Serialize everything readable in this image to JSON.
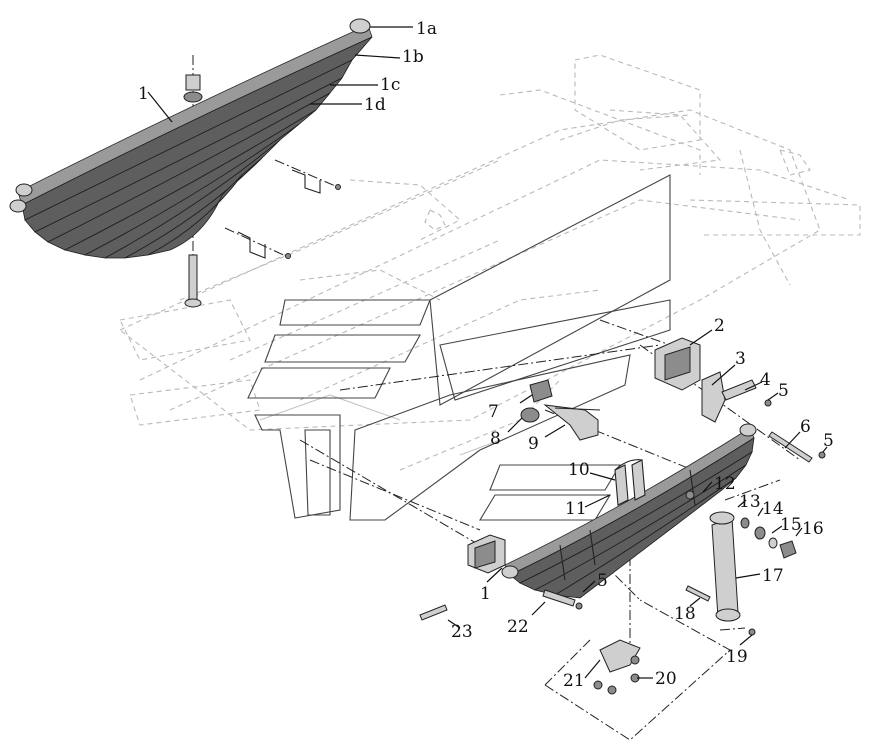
{
  "labels": {
    "l_1a": "1a",
    "l_1b": "1b",
    "l_1c": "1c",
    "l_1d": "1d",
    "l_1_top": "1",
    "l_2": "2",
    "l_3": "3",
    "l_4": "4",
    "l_5a": "5",
    "l_6": "6",
    "l_5b": "5",
    "l_7": "7",
    "l_8": "8",
    "l_9": "9",
    "l_10": "10",
    "l_11": "11",
    "l_12": "12",
    "l_13": "13",
    "l_14": "14",
    "l_15": "15",
    "l_16": "16",
    "l_17": "17",
    "l_1_low": "1",
    "l_5c": "5",
    "l_18": "18",
    "l_19": "19",
    "l_20": "20",
    "l_21": "21",
    "l_22": "22",
    "l_23": "23"
  }
}
